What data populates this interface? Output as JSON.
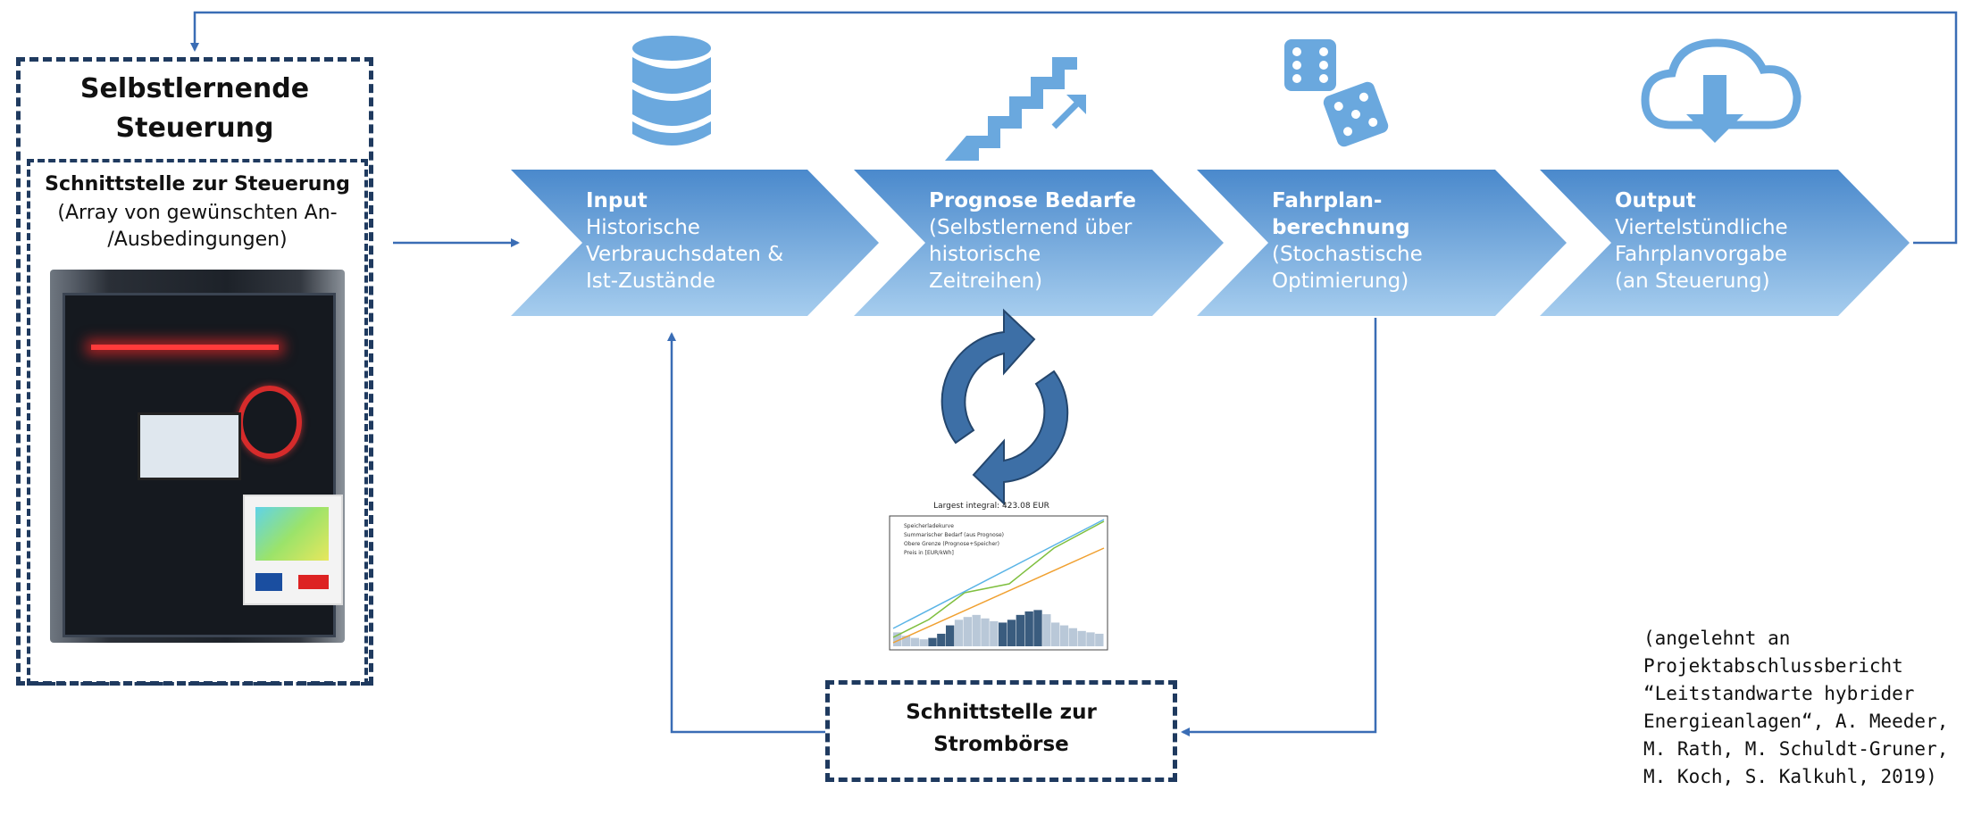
{
  "control": {
    "title_line1": "Selbstlernende",
    "title_line2": "Steuerung",
    "interface_title": "Schnittstelle zur Steuerung",
    "interface_sub": "(Array von gewünschten An-\n/Ausbedingungen)"
  },
  "steps": [
    {
      "title": "Input",
      "lines": [
        "Historische",
        "Verbrauchsdaten &",
        "Ist-Zustände"
      ],
      "icon": "database-icon"
    },
    {
      "title": "Prognose Bedarfe",
      "lines": [
        "(Selbstlernend über",
        "historische",
        "Zeitreihen)"
      ],
      "icon": "stairs-arrow-icon"
    },
    {
      "title_lines": [
        "Fahrplan-",
        "berechnung"
      ],
      "lines": [
        "(Stochastische",
        "Optimierung)"
      ],
      "icon": "dice-icon"
    },
    {
      "title": "Output",
      "lines": [
        "Viertelstündliche",
        "Fahrplanvorgabe",
        "(an Steuerung)"
      ],
      "icon": "cloud-download-icon"
    }
  ],
  "cycle_icon": "refresh-cycle-icon",
  "market_interface": {
    "line1": "Schnittstelle zur",
    "line2": "Strombörse"
  },
  "reference": [
    "(angelehnt an",
    "Projektabschlussbericht",
    "“Leitstandwarte hybrider",
    "Energieanlagen“, A. Meeder,",
    "M. Rath, M. Schuldt-Gruner,",
    "M. Koch, S. Kalkuhl, 2019)"
  ],
  "chart_data": {
    "type": "line",
    "title": "Largest integral: 423.08 EUR",
    "legend": [
      "Speicherladekurve",
      "Summarischer Bedarf (aus Prognose)",
      "Obere Grenze (Prognose+Speicher)",
      "Preis in [EUR/kWh]"
    ],
    "colors": {
      "speicher": "#7fbf3f",
      "bedarf": "#f0a030",
      "obere": "#5ab4e6",
      "preis": "#3a5c7e"
    }
  },
  "colors": {
    "chevron_top": "#4a89cc",
    "chevron_bottom": "#a6cdee",
    "icon": "#6aa8de",
    "line": "#3a6db5",
    "dash": "#1f3a5f"
  }
}
